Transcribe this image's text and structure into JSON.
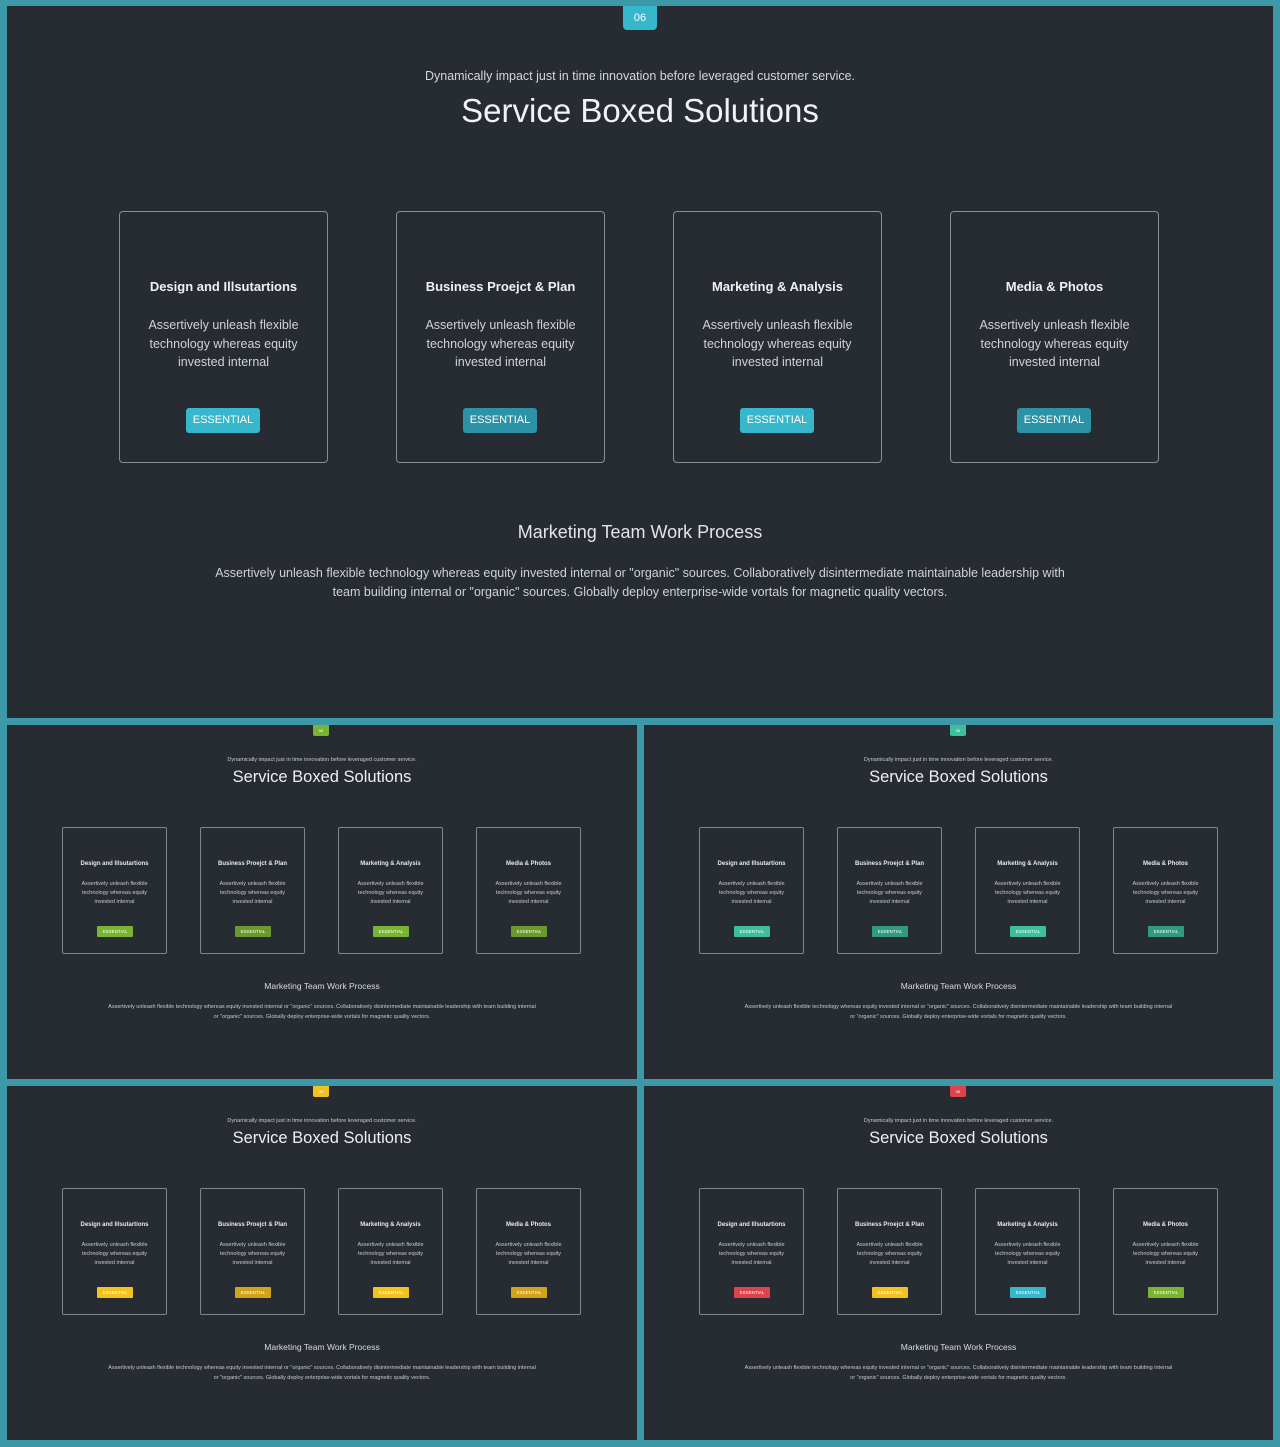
{
  "slide": {
    "number": "06",
    "subtitle": "Dynamically impact just in time innovation  before leveraged customer service.",
    "title": "Service Boxed Solutions",
    "cards": [
      {
        "title": "Design and Illsutartions",
        "text": "Assertively unleash flexible technology whereas equity invested internal",
        "button": "ESSENTIAL"
      },
      {
        "title": "Business Proejct & Plan",
        "text": "Assertively unleash flexible technology whereas equity invested internal",
        "button": "ESSENTIAL"
      },
      {
        "title": "Marketing & Analysis",
        "text": "Assertively unleash flexible technology whereas equity invested internal",
        "button": "ESSENTIAL"
      },
      {
        "title": "Media & Photos",
        "text": "Assertively unleash flexible technology whereas equity invested internal",
        "button": "ESSENTIAL"
      }
    ],
    "section_title": "Marketing  Team Work Process",
    "section_text": "Assertively unleash flexible technology whereas equity invested internal or \"organic\" sources. Collaboratively disintermediate maintainable leadership with team building internal or \"organic\" sources. Globally deploy enterprise-wide vortals for magnetic quality vectors."
  },
  "variants": [
    {
      "id": "a",
      "badge_color": "#7ab433",
      "button_colors": [
        "#7ab433",
        "#6a9a2e",
        "#7ab433",
        "#6a9a2e"
      ]
    },
    {
      "id": "b",
      "badge_color": "#3dbf9a",
      "button_colors": [
        "#3dbf9a",
        "#2f9c7e",
        "#3dbf9a",
        "#2f9c7e"
      ]
    },
    {
      "id": "c",
      "badge_color": "#f4c21e",
      "button_colors": [
        "#f4c21e",
        "#d1a21a",
        "#f4c21e",
        "#d1a21a"
      ]
    },
    {
      "id": "d",
      "badge_color": "#e0424c",
      "button_colors": [
        "#e0424c",
        "#f4c21e",
        "#36b7cc",
        "#7ab433"
      ]
    }
  ],
  "colors": {
    "background": "#3d98a8",
    "slide_bg": "#272b32",
    "main_accent": "#36b7cc",
    "main_accent_dark": "#2b93a5"
  }
}
